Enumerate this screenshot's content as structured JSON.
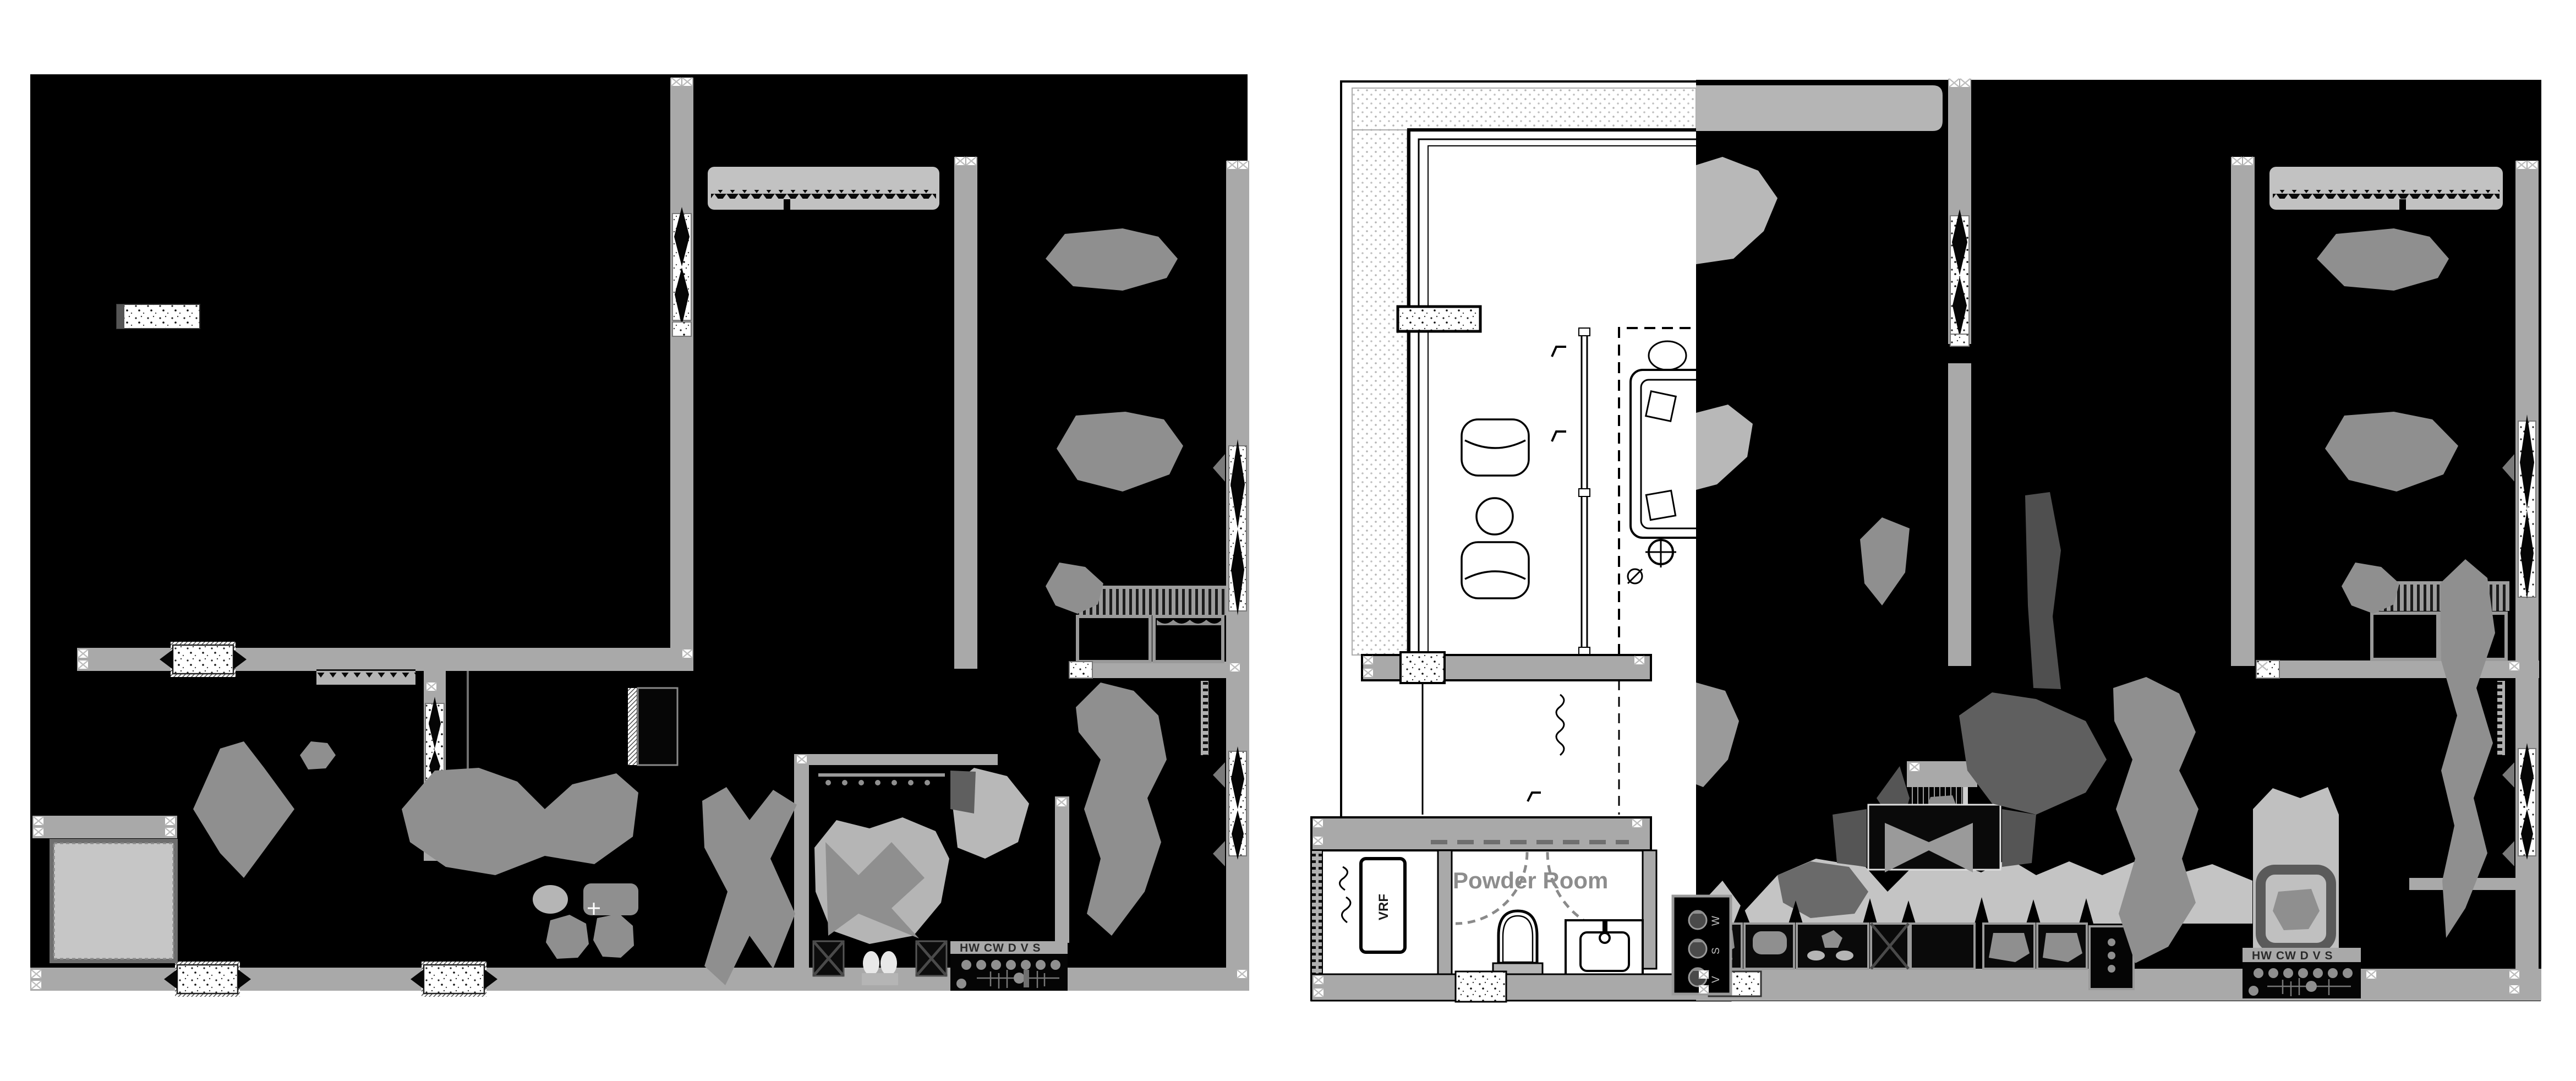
{
  "document": {
    "type": "architectural floor plan pair, heavily redacted (black fill) with gray furniture/label remnants",
    "background": "#ffffff"
  },
  "colors": {
    "black": "#000000",
    "wall_gray": "#a9a9a9",
    "bar_gray": "#c2c2c2",
    "light_gray": "#c4c4c4",
    "blob_gray": "#8f8f8f",
    "pale_blob": "#b5b5b5",
    "dark_gray": "#5f5f5f",
    "label_gray": "#8d8d8d",
    "white": "#ffffff"
  },
  "left_plan": {
    "name": "left unit plan (fully redacted)",
    "labels": {
      "plumbing_riser": "HW CW D V S"
    }
  },
  "right_plan": {
    "name": "right unit plan (partially unredacted)",
    "labels": {
      "powder_room": "Powder Room",
      "vrf": "VRF",
      "plumbing_riser": "HW CW D V S",
      "riser_w": "W",
      "riser_s": "S",
      "riser_v": "V"
    }
  }
}
